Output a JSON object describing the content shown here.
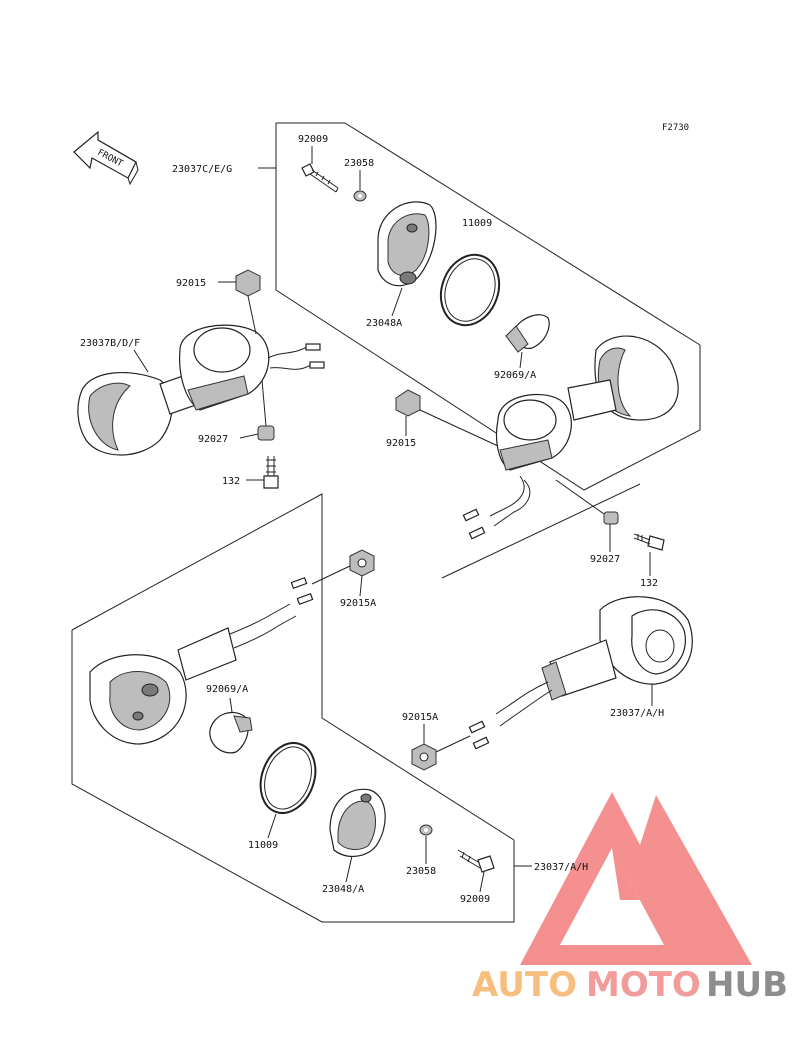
{
  "figure_code": "F2730",
  "front_label": "FRONT",
  "labels": {
    "top_bolt": "92009",
    "top_washer": "23058",
    "top_lens": "23037C/E/G",
    "top_gasket": "11009",
    "top_housing": "23048A",
    "top_bulb": "92069/A",
    "left_nut": "92015",
    "left_assy": "23037B/D/F",
    "left_collar": "92027",
    "left_screw": "132",
    "right_nut": "92015",
    "right_collar": "92027",
    "right_screw": "132",
    "rear_nut_top": "92015A",
    "rear_bulb": "92069/A",
    "rear_assy_right": "23037/A/H",
    "rear_nut_mid": "92015A",
    "rear_gasket": "11009",
    "rear_housing": "23048/A",
    "rear_washer": "23058",
    "rear_bolt": "92009",
    "rear_assy_bottom": "23037/A/H"
  },
  "watermark": {
    "part1": "AUTO",
    "part2": "MOTO",
    "part3": "HUB",
    "color1": "#f6b36b",
    "color2": "#f08a8a",
    "color3": "#7a7a7a",
    "triangle_color": "#f27c7c"
  }
}
